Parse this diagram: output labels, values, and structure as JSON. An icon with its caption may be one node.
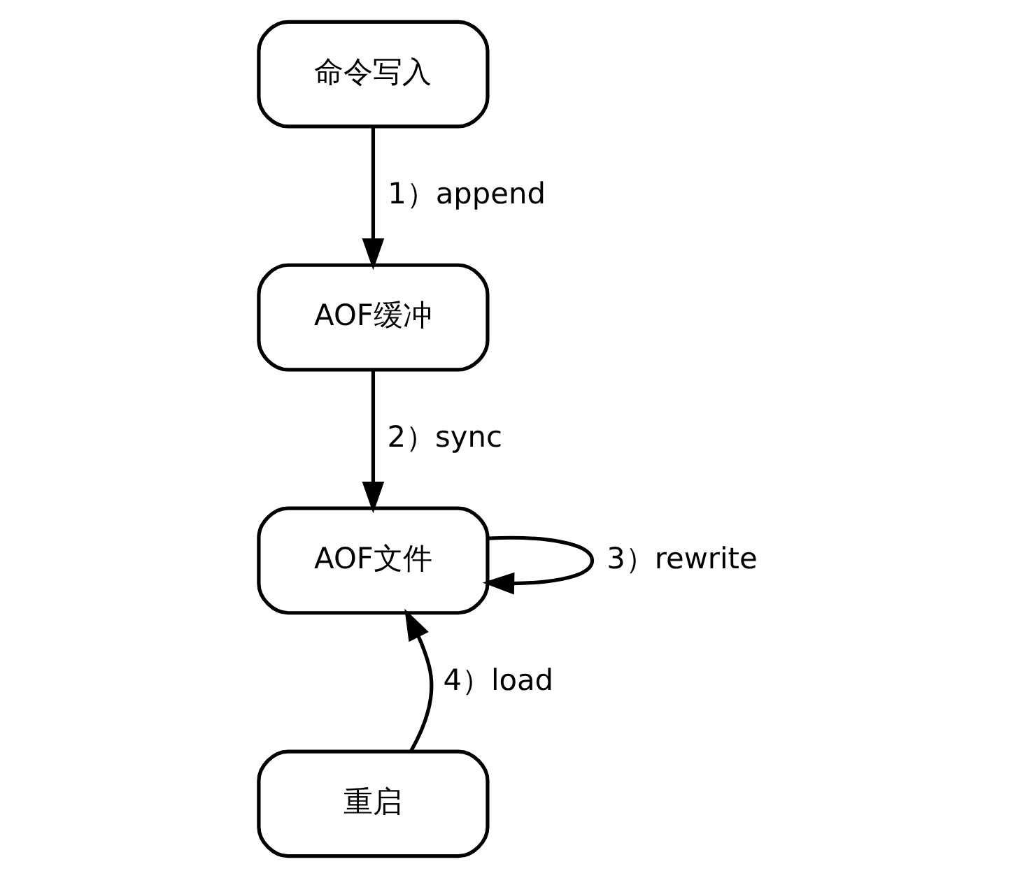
{
  "diagram": {
    "nodes": [
      {
        "text": [
          "命令写入"
        ]
      },
      {
        "text": [
          "AOF缓冲"
        ]
      },
      {
        "text": [
          "AOF文件"
        ]
      },
      {
        "text": [
          "重启"
        ]
      }
    ],
    "edges": [
      {
        "from": 0,
        "to": 1,
        "arrow": "to",
        "label": "1）append"
      },
      {
        "from": 1,
        "to": 2,
        "arrow": "to",
        "label": "2）sync"
      },
      {
        "from": 2,
        "to": 2,
        "arrow": "to",
        "label": "3）rewrite"
      },
      {
        "from": 3,
        "to": 2,
        "arrow": "to",
        "label": "4）load"
      }
    ]
  }
}
